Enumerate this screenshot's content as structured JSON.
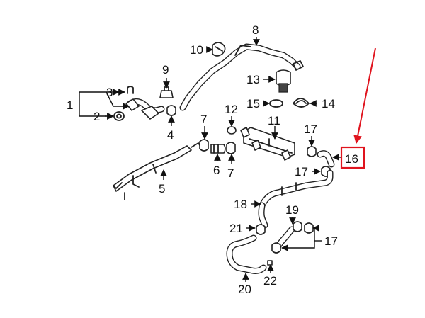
{
  "callouts": {
    "c1": "1",
    "c2": "2",
    "c3": "3",
    "c4": "4",
    "c5": "5",
    "c6": "6",
    "c7a": "7",
    "c7b": "7",
    "c8": "8",
    "c9": "9",
    "c10": "10",
    "c11": "11",
    "c12": "12",
    "c13": "13",
    "c14": "14",
    "c15": "15",
    "c16": "16",
    "c17a": "17",
    "c17b": "17",
    "c17c": "17",
    "c18": "18",
    "c19": "19",
    "c20": "20",
    "c21": "21",
    "c22": "22"
  },
  "highlight": {
    "callout": "16",
    "color": "#e0141e"
  },
  "colors": {
    "line": "#222222",
    "background": "#ffffff"
  }
}
